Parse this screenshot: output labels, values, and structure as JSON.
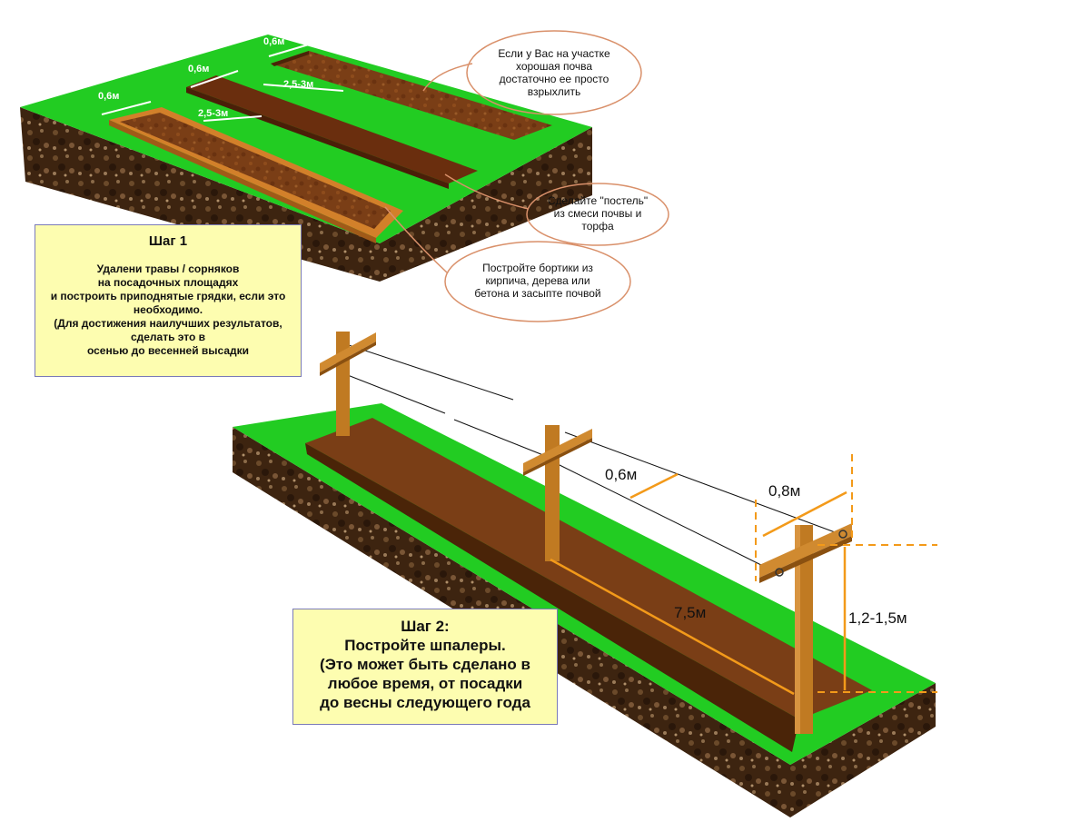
{
  "step1": {
    "title": "Шаг 1",
    "lines": [
      "Удалени травы / сорняков",
      "на посадочных площадях",
      "и построить приподнятые грядки, если это",
      "необходимо.",
      "(Для достижения наилучших результатов,",
      "сделать это в",
      "осенью до весенней высадки"
    ]
  },
  "step2": {
    "title": "Шаг 2:",
    "lines": [
      "Постройте шпалеры.",
      "(Это может быть сделано в",
      "любое время, от посадки",
      "до весны следующего года"
    ]
  },
  "bubbles": {
    "soil": [
      "Если у Вас на участке",
      "хорошая почва",
      "достаточно ее просто",
      "взрыхлить"
    ],
    "bed": [
      "Сделайте \"постель\"",
      "из смеси почвы и",
      "торфа"
    ],
    "border": [
      "Постройте бортики из",
      "кирпича, дерева или",
      "бетона и засыпте почвой"
    ]
  },
  "measurements": {
    "top": {
      "path_width_back": "0,6м",
      "path_width_mid": "0,6м",
      "path_width_front": "0,6м",
      "bed_width_mid": "2,5-3м",
      "bed_width_front": "2,5-3м"
    },
    "trellis": {
      "row_spacing": "0,6м",
      "crossbar_width": "0,8м",
      "post_spacing": "7,5м",
      "post_height": "1,2-1,5м"
    }
  },
  "colors": {
    "grass": "#22cc22",
    "soil_dark": "#5a2f10",
    "soil_side": "#3d2410",
    "wood": "#c07a22",
    "dimension_orange": "#f39a1a",
    "note_fill": "#fdfdb0",
    "bubble_outline": "#d9906a"
  }
}
